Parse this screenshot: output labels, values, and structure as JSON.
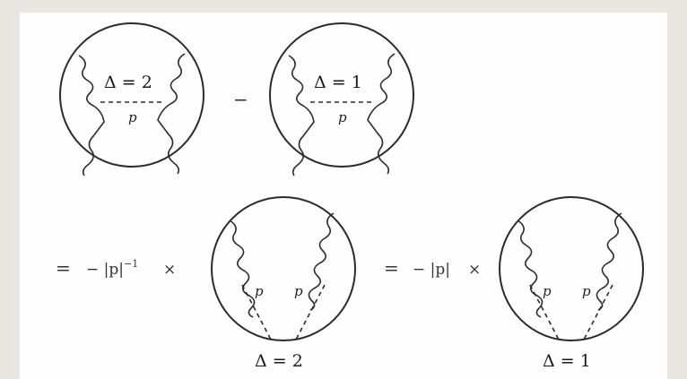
{
  "top_row": {
    "left_diagram": {
      "delta_label": "Δ = 2",
      "momentum_label": "p"
    },
    "operator": "−",
    "right_diagram": {
      "delta_label": "Δ = 1",
      "momentum_label": "p"
    }
  },
  "bottom_row": {
    "equals_1": "=",
    "coef_1": "− |p|",
    "coef_1_exp": "−1",
    "times_1": "×",
    "diagram_1": {
      "left_p": "p",
      "right_p": "p",
      "delta_label": "Δ = 2"
    },
    "equals_2": "=",
    "coef_2": "− |p|",
    "times_2": "×",
    "diagram_2": {
      "left_p": "p",
      "right_p": "p",
      "delta_label": "Δ = 1"
    }
  }
}
